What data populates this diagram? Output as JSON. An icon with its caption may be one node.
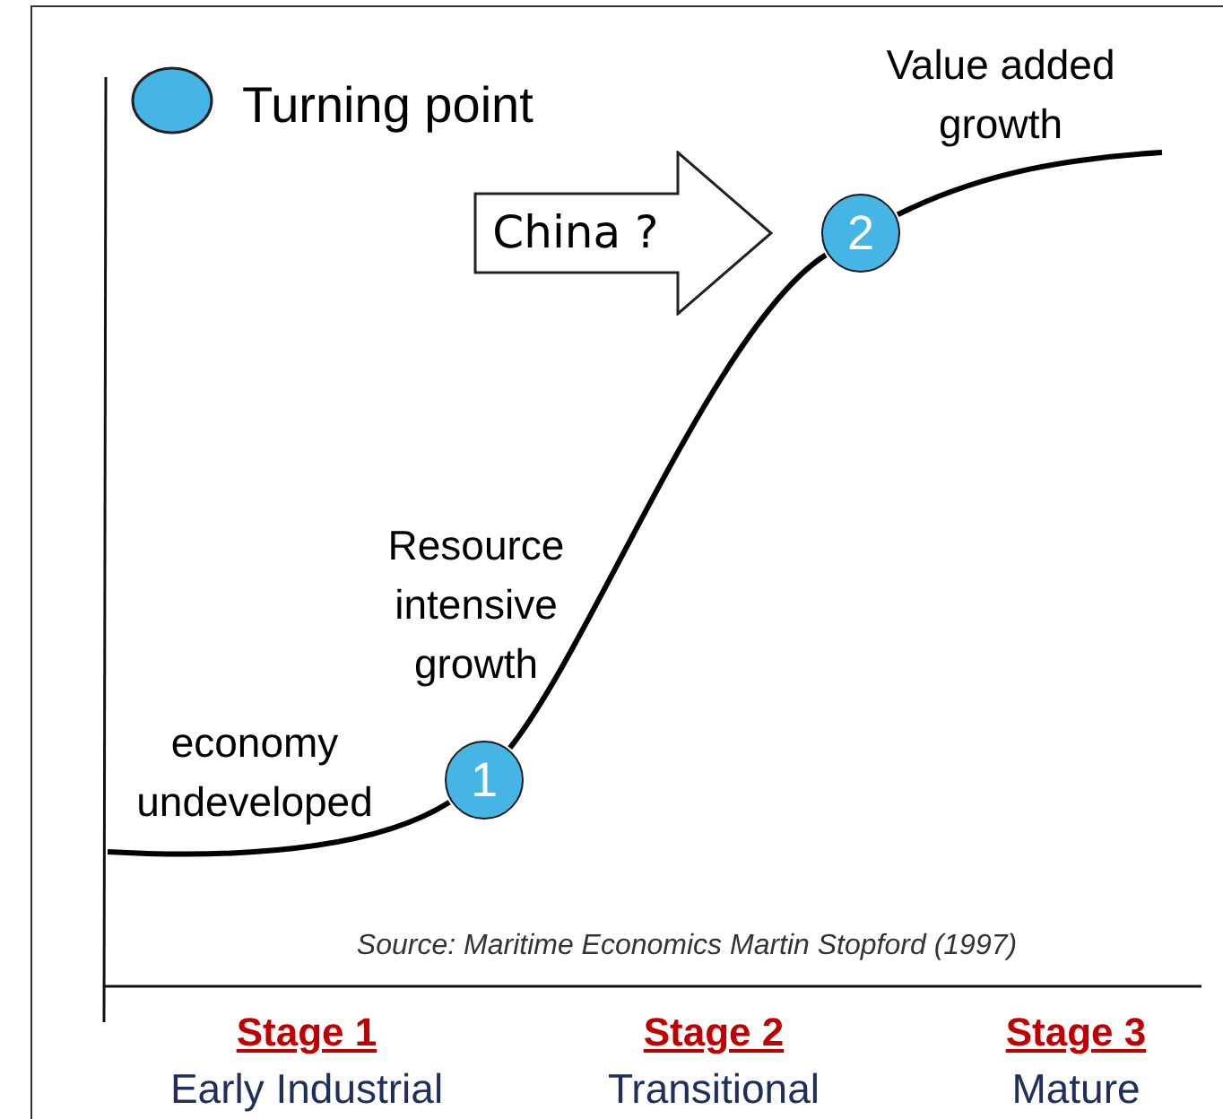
{
  "diagram": {
    "nodes": [
      {
        "text": [
          "1"
        ]
      },
      {
        "text": [
          "2"
        ]
      },
      {
        "text": [
          "China ?"
        ]
      }
    ],
    "edges": [
      {
        "from": null,
        "to": 0,
        "arrow": "none"
      },
      {
        "from": 0,
        "to": 1,
        "arrow": "none"
      },
      {
        "from": 1,
        "to": null,
        "arrow": "none"
      }
    ],
    "labels": [
      "Value added growth",
      "Resource intensive growth",
      "economy undeveloped",
      "Source: Maritime Economics Martin Stopford (1997)",
      "Stage 1",
      "Stage 2",
      "Stage 3",
      "Early Industrial",
      "Transitional",
      "Mature"
    ],
    "legend": [
      {
        "text": "Turning point",
        "color": "#45b5e5"
      }
    ]
  }
}
